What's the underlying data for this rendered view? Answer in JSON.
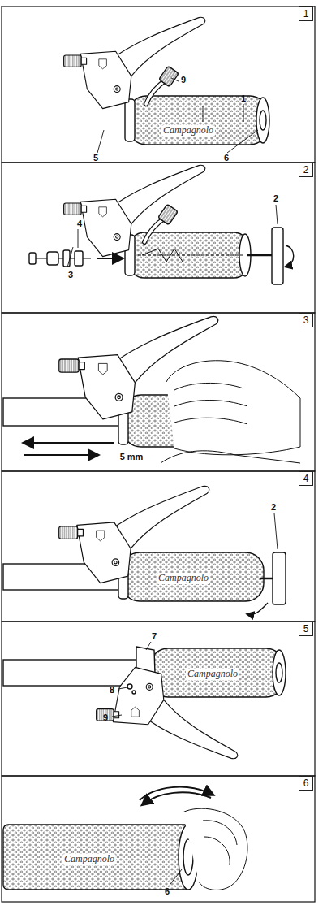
{
  "diagram": {
    "nodes": [
      {
        "text": [
          "1"
        ]
      },
      {
        "text": [
          "2"
        ]
      },
      {
        "text": [
          "3"
        ]
      },
      {
        "text": [
          "4"
        ]
      },
      {
        "text": [
          "5"
        ]
      },
      {
        "text": [
          "6"
        ]
      }
    ],
    "edges": [],
    "labels": [
      "9",
      "1",
      "Campagnolo",
      "5",
      "6",
      "2",
      "4",
      "3",
      "5 mm",
      "2",
      "Campagnolo",
      "7",
      "8",
      "9",
      "Campagnolo",
      "Campagnolo",
      "6"
    ]
  }
}
